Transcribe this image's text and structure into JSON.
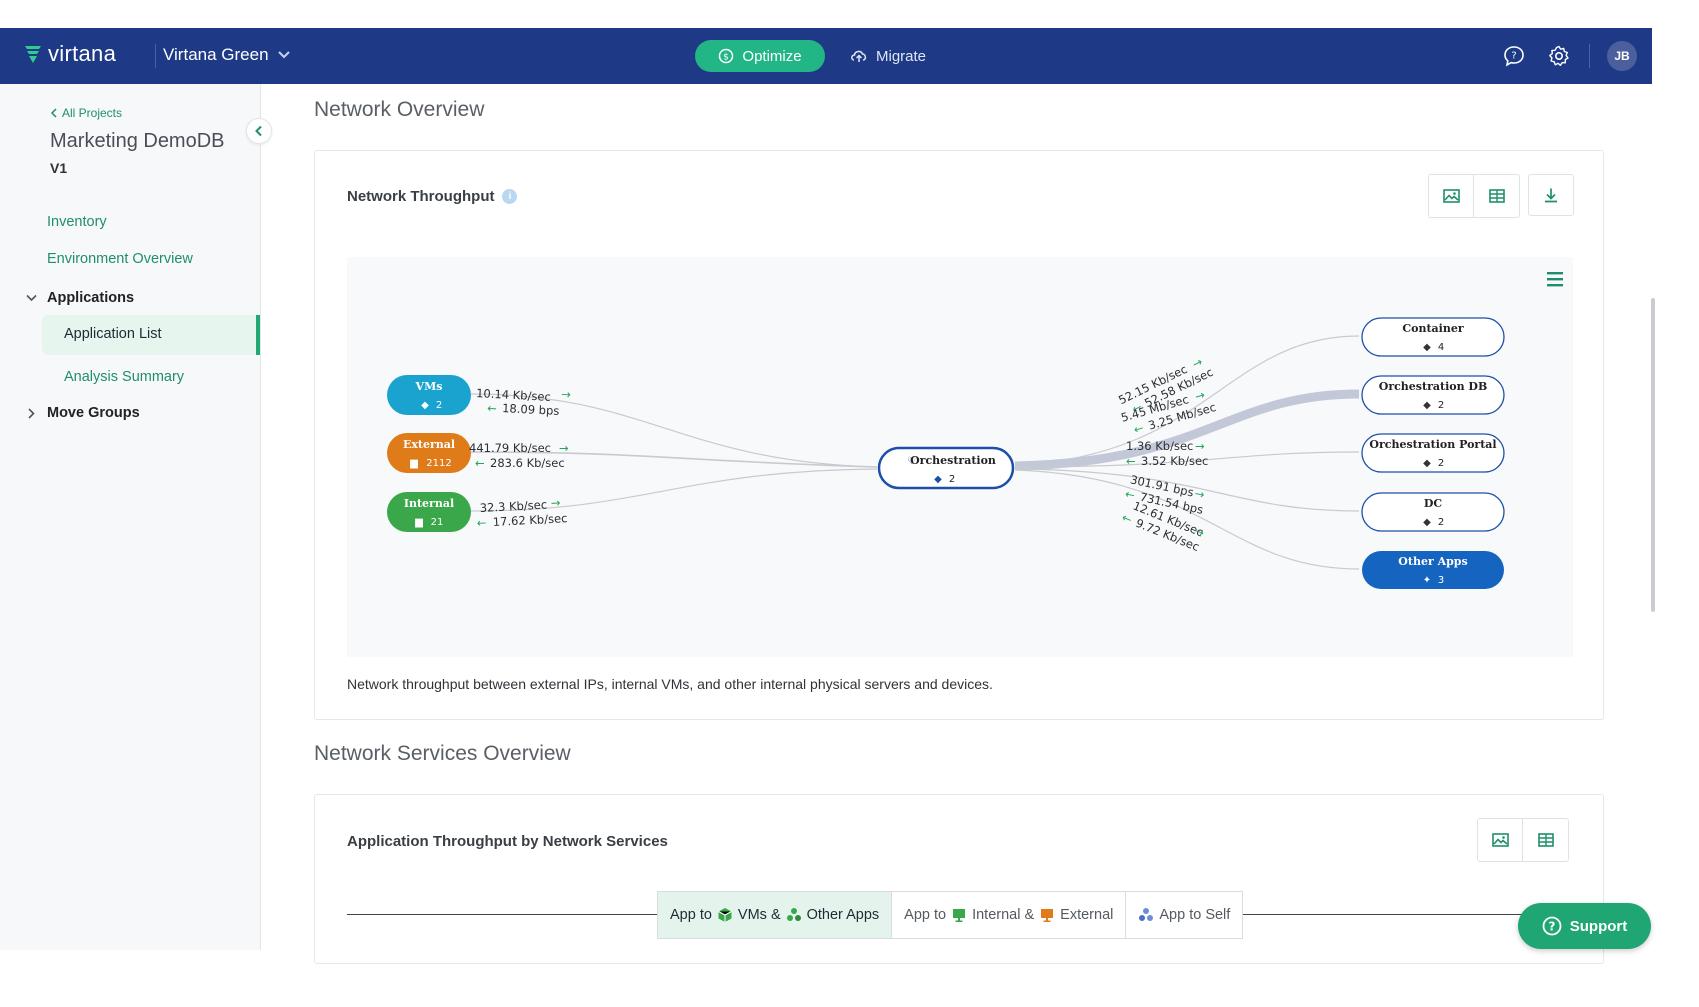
{
  "topbar": {
    "brand": "virtana",
    "workspace": "Virtana Green",
    "optimize_label": "Optimize",
    "migrate_label": "Migrate",
    "avatar_initials": "JB"
  },
  "sidebar": {
    "back_label": "All Projects",
    "project_name": "Marketing DemoDB",
    "version": "V1",
    "inventory": "Inventory",
    "environment_overview": "Environment Overview",
    "applications": "Applications",
    "application_list": "Application List",
    "analysis_summary": "Analysis Summary",
    "move_groups": "Move Groups"
  },
  "network_overview": {
    "section_title": "Network Overview",
    "card_title": "Network Throughput",
    "caption": "Network throughput between external IPs, internal VMs, and other internal physical servers and devices.",
    "center_node": {
      "label": "Orchestration",
      "count": "2"
    },
    "left_nodes": [
      {
        "label": "VMs",
        "count": "2",
        "color": "#1ba3cf",
        "out": "10.14 Kb/sec",
        "in": "18.09 bps"
      },
      {
        "label": "External",
        "count": "2112",
        "color": "#e07b1a",
        "out": "441.79 Kb/sec",
        "in": "283.6 Kb/sec"
      },
      {
        "label": "Internal",
        "count": "21",
        "color": "#3aa84a",
        "out": "32.3 Kb/sec",
        "in": "17.62 Kb/sec"
      }
    ],
    "right_nodes": [
      {
        "label": "Container",
        "count": "4",
        "out": "52.15 Kb/sec",
        "in": "52.58 Kb/sec"
      },
      {
        "label": "Orchestration DB",
        "count": "2",
        "out": "5.45 Mb/sec",
        "in": "3.25 Mb/sec"
      },
      {
        "label": "Orchestration Portal",
        "count": "2",
        "out": "1.36 Kb/sec",
        "in": "3.52 Kb/sec"
      },
      {
        "label": "DC",
        "count": "2",
        "out": "301.91 bps",
        "in": "731.54 bps"
      },
      {
        "label": "Other Apps",
        "count": "3",
        "out": "12.61 Kb/sec",
        "in": "9.72 Kb/sec"
      }
    ]
  },
  "services_overview": {
    "section_title": "Network Services Overview",
    "card_title": "Application Throughput by Network Services",
    "tabs": {
      "t1_prefix": "App to",
      "t1_a": "VMs &",
      "t1_b": "Other Apps",
      "t2_prefix": "App to",
      "t2_a": "Internal &",
      "t2_b": "External",
      "t3": "App to Self"
    }
  },
  "support_label": "Support",
  "colors": {
    "navbar": "#1e3a86",
    "accent": "#22b585",
    "link": "#1f8f6a",
    "center_border": "#1e4fa8",
    "other_apps": "#1565c0"
  }
}
